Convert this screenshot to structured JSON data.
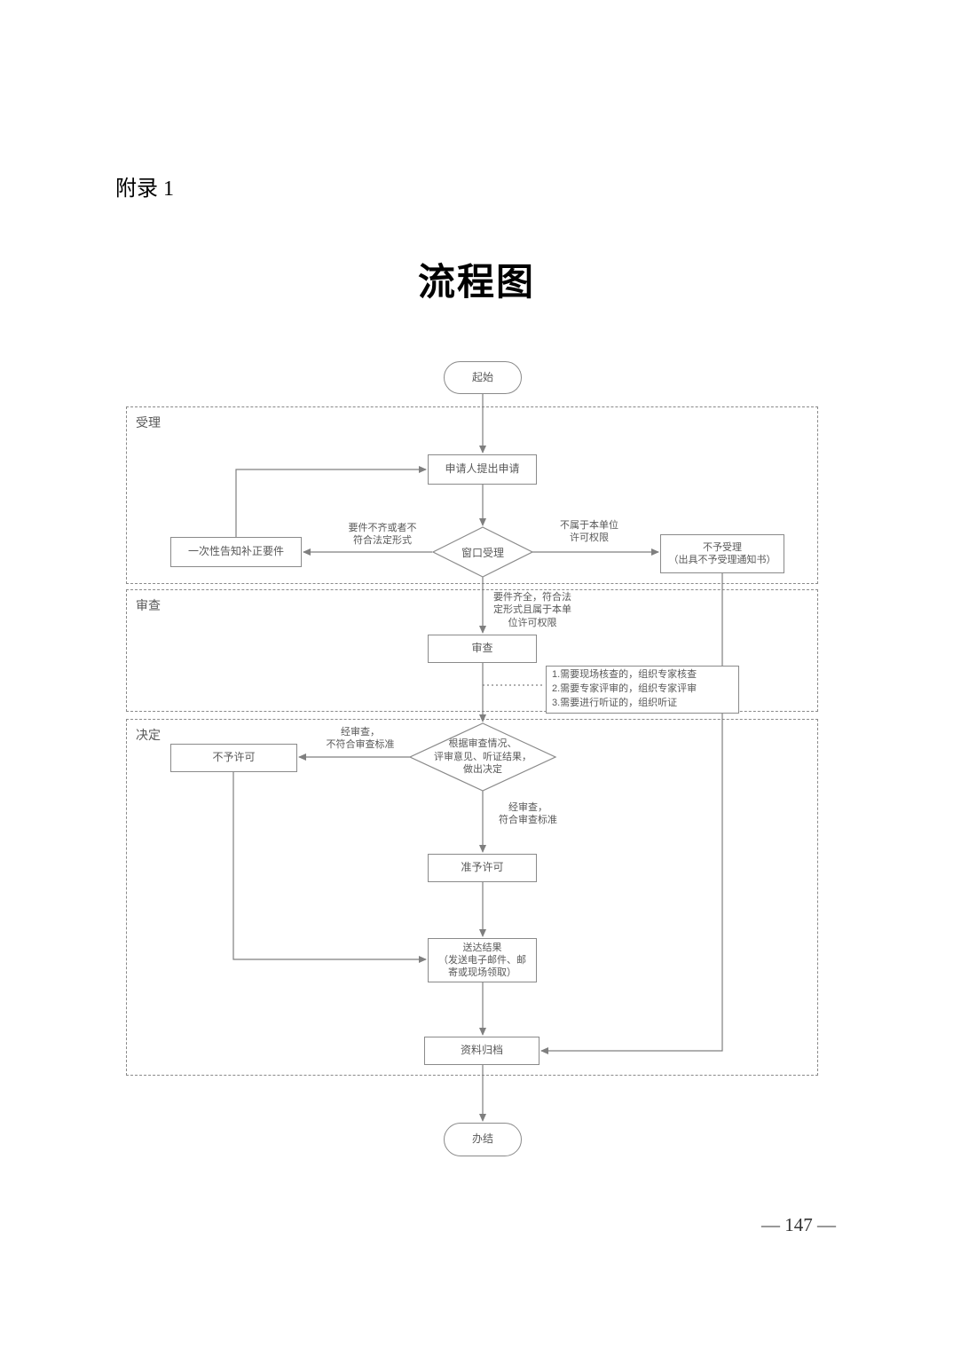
{
  "page": {
    "appendix_label": "附录 1",
    "title": "流程图",
    "page_number": "— 147 —"
  },
  "sections": {
    "accept": "受理",
    "review": "审查",
    "decide": "决定"
  },
  "nodes": {
    "start": "起始",
    "apply": "申请人提出申请",
    "window": "窗口受理",
    "notify": "一次性告知补正要件",
    "reject": "不予受理\n（出具不予受理通知书）",
    "review": "审查",
    "note": "1.需要现场核查的，组织专家核查\n2.需要专家评审的，组织专家评审\n3.需要进行听证的，组织听证",
    "decision": "根据审查情况、\n评审意见、听证结果，\n做出决定",
    "deny": "不予许可",
    "grant": "准予许可",
    "deliver": "送达结果\n（发送电子邮件、邮\n寄或现场领取）",
    "archive": "资料归档",
    "end": "办结"
  },
  "edge_labels": {
    "incomplete": "要件不齐或者不\n符合法定形式",
    "not_authority": "不属于本单位\n许可权限",
    "complete": "要件齐全，符合法\n定形式且属于本单\n位许可权限",
    "fail": "经审查，\n不符合审查标准",
    "pass": "经审查，\n符合审查标准"
  }
}
